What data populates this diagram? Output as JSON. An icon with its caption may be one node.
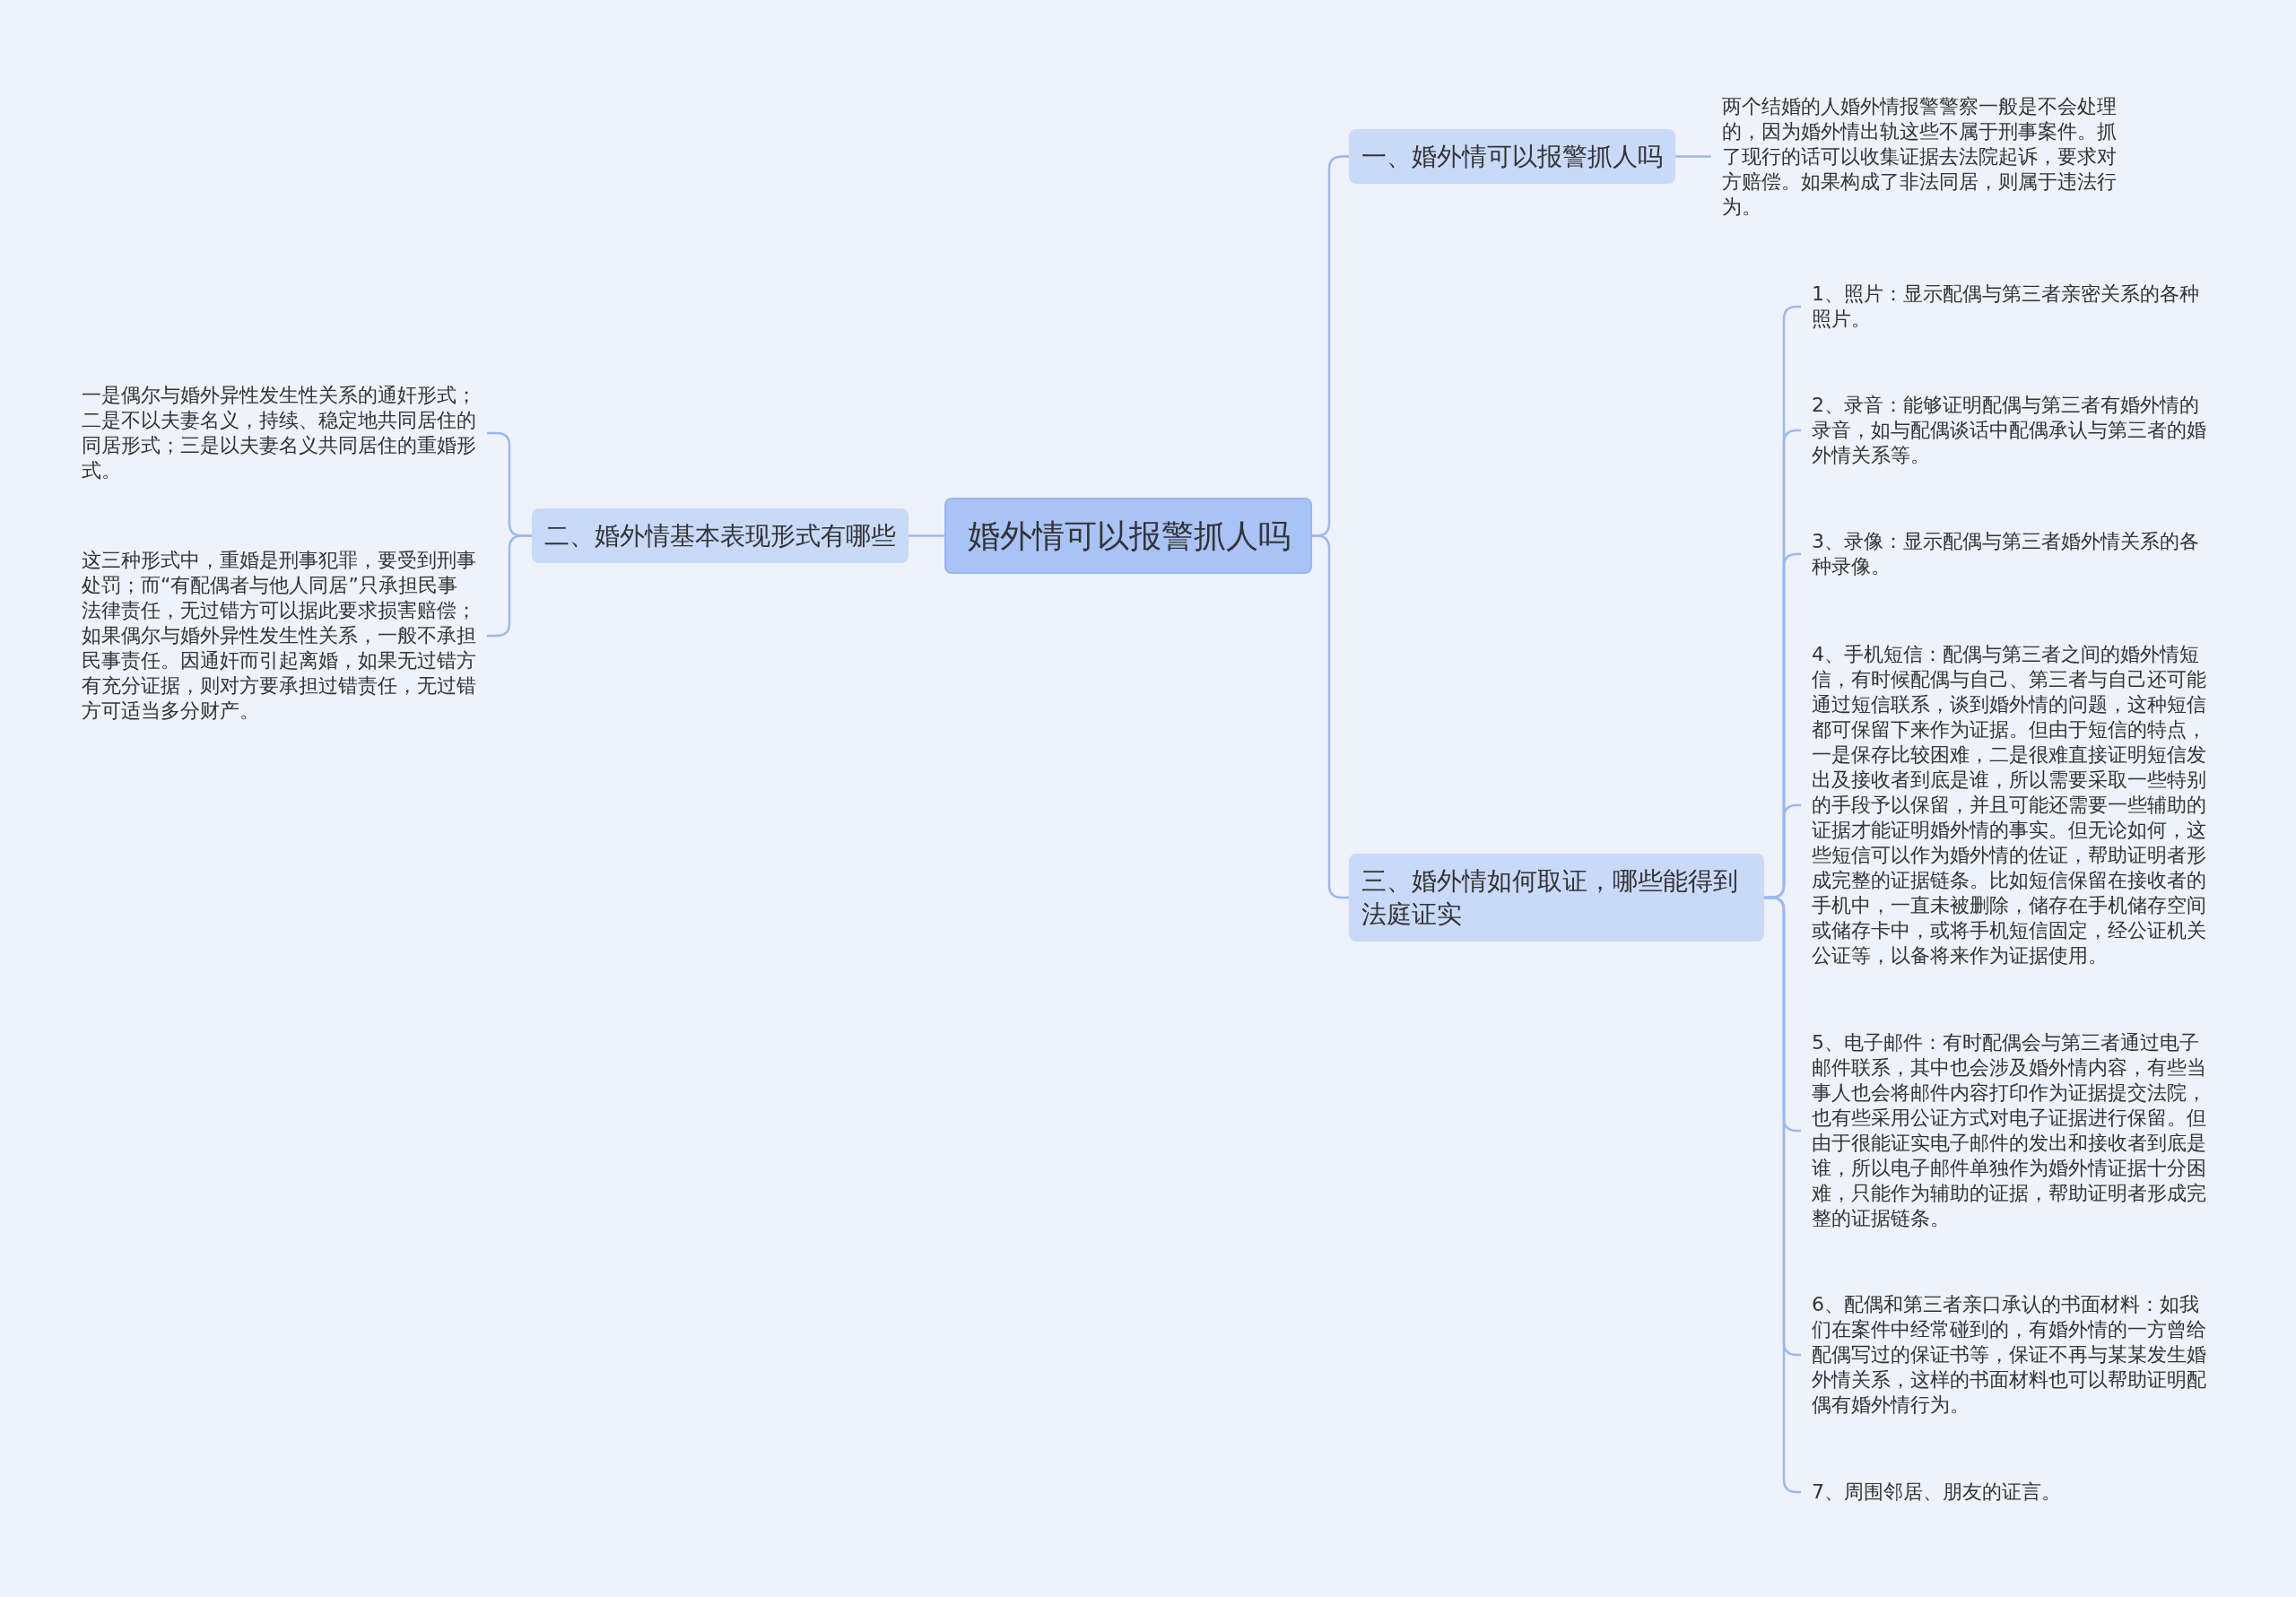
{
  "diagram": {
    "nodes": [
      {
        "text": [
          "婚外情可以报警抓人吗"
        ]
      },
      {
        "text": [
          "一、婚外情可以报警抓人吗"
        ]
      },
      {
        "text": [
          "两个结婚的人婚外情报警警察一般是不会处理的，因为婚外情出轨这些不属于刑事案件。抓了现行的话可以收集证据去法院起诉，要求对方赔偿。如果构成了非法同居，则属于违法行为。"
        ]
      },
      {
        "text": [
          "二、婚外情基本表现形式有哪些"
        ]
      },
      {
        "text": [
          "一是偶尔与婚外异性发生性关系的通奸形式；二是不以夫妻名义，持续、稳定地共同居住的同居形式；三是以夫妻名义共同居住的重婚形式。"
        ]
      },
      {
        "text": [
          "这三种形式中，重婚是刑事犯罪，要受到刑事处罚；而“有配偶者与他人同居”只承担民事法律责任，无过错方可以据此要求损害赔偿；如果偶尔与婚外异性发生性关系，一般不承担民事责任。因通奸而引起离婚，如果无过错方有充分证据，则对方要承担过错责任，无过错方可适当多分财产。"
        ]
      },
      {
        "text": [
          "三、婚外情如何取证，哪些能得到法庭证实"
        ]
      },
      {
        "text": [
          "1、照片：显示配偶与第三者亲密关系的各种照片。"
        ]
      },
      {
        "text": [
          "2、录音：能够证明配偶与第三者有婚外情的录音，如与配偶谈话中配偶承认与第三者的婚外情关系等。"
        ]
      },
      {
        "text": [
          "3、录像：显示配偶与第三者婚外情关系的各种录像。"
        ]
      },
      {
        "text": [
          "4、手机短信：配偶与第三者之间的婚外情短信，有时候配偶与自己、第三者与自己还可能通过短信联系，谈到婚外情的问题，这种短信都可保留下来作为证据。但由于短信的特点，一是保存比较困难，二是很难直接证明短信发出及接收者到底是谁，所以需要采取一些特别的手段予以保留，并且可能还需要一些辅助的证据才能证明婚外情的事实。但无论如何，这些短信可以作为婚外情的佐证，帮助证明者形成完整的证据链条。比如短信保留在接收者的手机中，一直未被删除，储存在手机储存空间或储存卡中，或将手机短信固定，经公证机关公证等，以备将来作为证据使用。"
        ]
      },
      {
        "text": [
          "5、电子邮件：有时配偶会与第三者通过电子邮件联系，其中也会涉及婚外情内容，有些当事人也会将邮件内容打印作为证据提交法院，也有些采用公证方式对电子证据进行保留。但由于很能证实电子邮件的发出和接收者到底是谁，所以电子邮件单独作为婚外情证据十分困难，只能作为辅助的证据，帮助证明者形成完整的证据链条。"
        ]
      },
      {
        "text": [
          "6、配偶和第三者亲口承认的书面材料：如我们在案件中经常碰到的，有婚外情的一方曾给配偶写过的保证书等，保证不再与某某发生婚外情关系，这样的书面材料也可以帮助证明配偶有婚外情行为。"
        ]
      },
      {
        "text": [
          "7、周围邻居、朋友的证言。"
        ]
      }
    ],
    "edges": [
      {
        "from": 0,
        "to": 1,
        "arrow": "none"
      },
      {
        "from": 1,
        "to": 2,
        "arrow": "none"
      },
      {
        "from": 0,
        "to": 3,
        "arrow": "none"
      },
      {
        "from": 3,
        "to": 4,
        "arrow": "none"
      },
      {
        "from": 3,
        "to": 5,
        "arrow": "none"
      },
      {
        "from": 0,
        "to": 6,
        "arrow": "none"
      },
      {
        "from": 6,
        "to": 7,
        "arrow": "none"
      },
      {
        "from": 6,
        "to": 8,
        "arrow": "none"
      },
      {
        "from": 6,
        "to": 9,
        "arrow": "none"
      },
      {
        "from": 6,
        "to": 10,
        "arrow": "none"
      },
      {
        "from": 6,
        "to": 11,
        "arrow": "none"
      },
      {
        "from": 6,
        "to": 12,
        "arrow": "none"
      },
      {
        "from": 6,
        "to": 13,
        "arrow": "none"
      }
    ]
  }
}
